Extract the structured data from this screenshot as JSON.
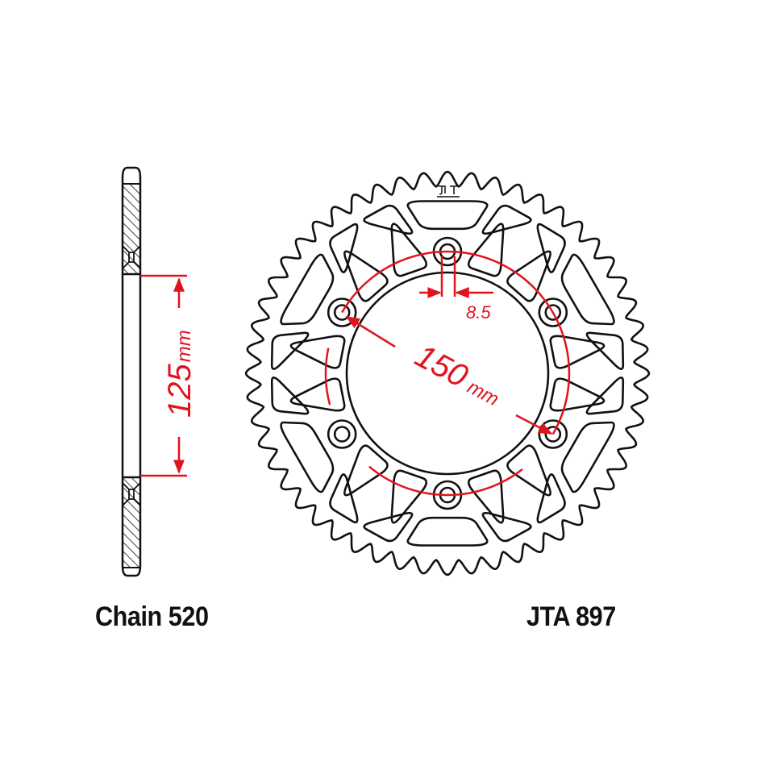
{
  "labels": {
    "chain": "Chain 520",
    "part_number": "JTA 897"
  },
  "dimensions": {
    "hub_width": "125",
    "hub_width_unit": "mm",
    "bolt_circle": "150",
    "bolt_circle_unit": "mm",
    "bolt_hole": "8.5"
  },
  "sprocket": {
    "bolt_holes": 6,
    "teeth": 52,
    "line_color": "#111111",
    "dimension_color": "#e0141e"
  },
  "logo": "JT"
}
